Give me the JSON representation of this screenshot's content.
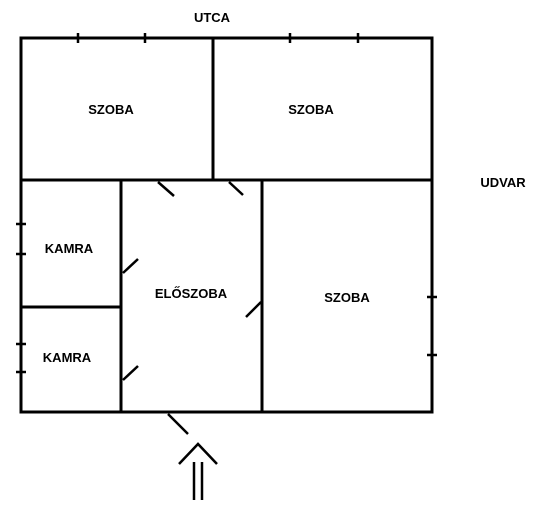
{
  "plan": {
    "street_label": "UTCA",
    "yard_label": "UDVAR",
    "rooms": [
      {
        "id": "room-top-left",
        "label": "SZOBA"
      },
      {
        "id": "room-top-right",
        "label": "SZOBA"
      },
      {
        "id": "pantry-upper",
        "label": "KAMRA"
      },
      {
        "id": "pantry-lower",
        "label": "KAMRA"
      },
      {
        "id": "hallway",
        "label": "ELŐSZOBA"
      },
      {
        "id": "room-right",
        "label": "SZOBA"
      }
    ],
    "entrance_icon": "entrance-arrow-icon"
  }
}
